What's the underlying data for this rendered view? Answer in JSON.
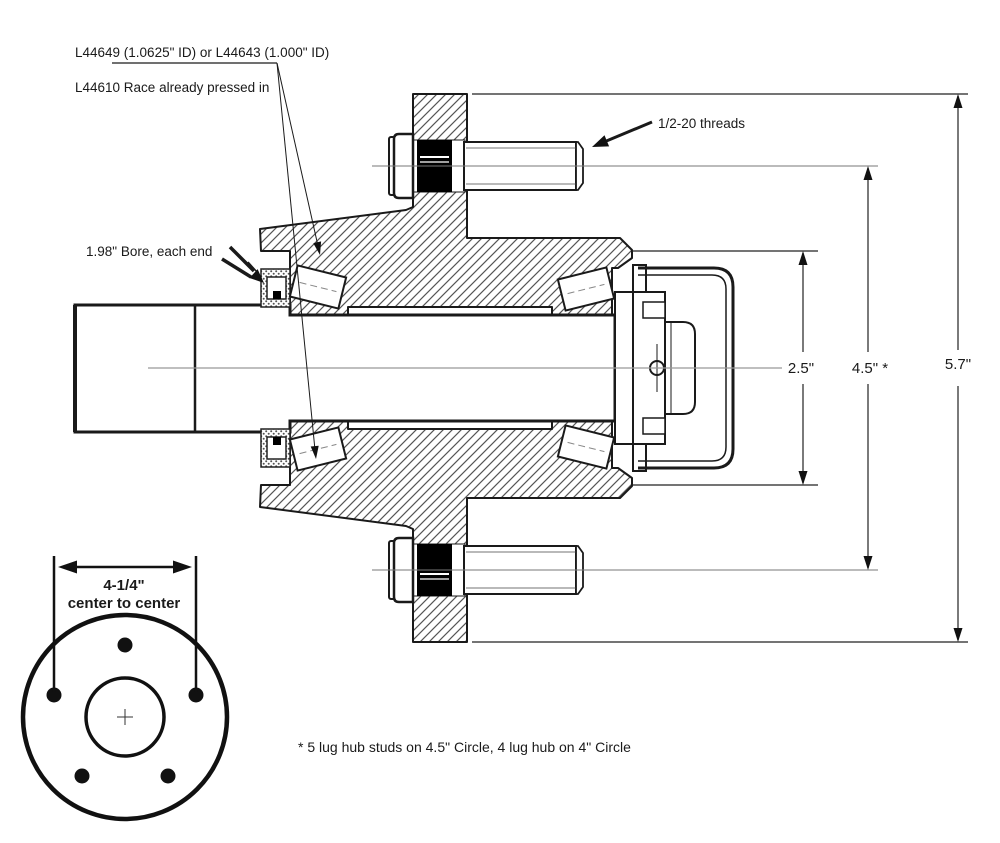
{
  "annotations": {
    "bearing_label_line1": "L44649 (1.0625\" ID) or L44643 (1.000\" ID)",
    "bearing_label_line2": "L44610 Race already pressed in",
    "bore_label": "1.98\" Bore, each end",
    "threads_label": "1/2-20 threads",
    "footnote": "*  5 lug hub studs on 4.5\" Circle, 4 lug hub on 4\" Circle"
  },
  "dimensions": {
    "inner_label": "2.5\"",
    "bolt_circle_label": "4.5\" *",
    "flange_label": "5.7\""
  },
  "bolt_pattern": {
    "spacing_label": "4-1/4\"",
    "spacing_caption": "center to center"
  },
  "colors": {
    "line": "#1a1a1a",
    "hatch": "#555555",
    "centerline": "#999999"
  }
}
